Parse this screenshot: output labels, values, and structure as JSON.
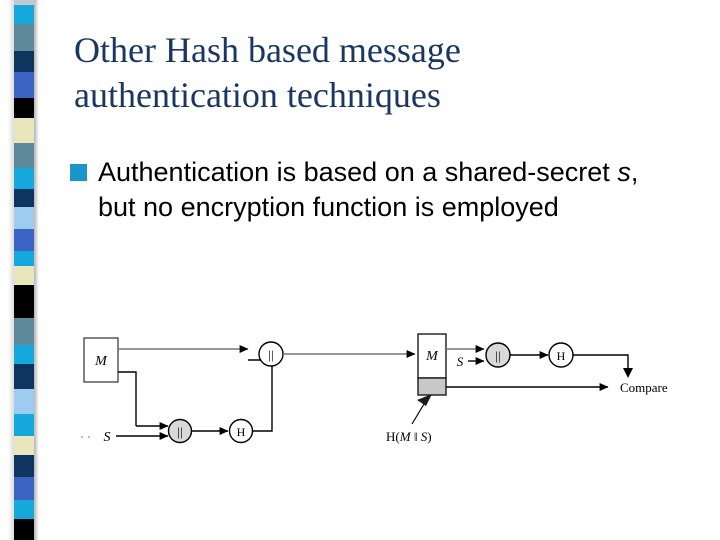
{
  "slide": {
    "title_line1": "Other Hash based message",
    "title_line2": "authentication techniques",
    "title_color": "#1a3761",
    "background": "#ffffff"
  },
  "bullets": [
    {
      "marker": "square-bullet-icon",
      "marker_color": "#1996cc",
      "text_before_italic": "Authentication is based on a shared-secret ",
      "italic_token": "s",
      "text_after_italic": ", but no encryption function is employed",
      "full_text": "Authentication is based on a shared-secret s, but no encryption function is employed"
    }
  ],
  "sidebar": {
    "name": "decorative-color-strip",
    "swatches": [
      {
        "color": "#bfc9cf",
        "height": 6
      },
      {
        "color": "#15a8dd",
        "height": 22
      },
      {
        "color": "#5f8a9b",
        "height": 32
      },
      {
        "color": "#0d3560",
        "height": 26
      },
      {
        "color": "#3a63c4",
        "height": 30
      },
      {
        "color": "#000000",
        "height": 24
      },
      {
        "color": "#e9e6bc",
        "height": 30
      },
      {
        "color": "#5f8a9b",
        "height": 30
      },
      {
        "color": "#15a8dd",
        "height": 24
      },
      {
        "color": "#0d3560",
        "height": 22
      },
      {
        "color": "#9ecbf0",
        "height": 26
      },
      {
        "color": "#3a63c4",
        "height": 26
      },
      {
        "color": "#15a8dd",
        "height": 18
      },
      {
        "color": "#e9e6bc",
        "height": 22
      },
      {
        "color": "#000000",
        "height": 40
      },
      {
        "color": "#5f8a9b",
        "height": 32
      },
      {
        "color": "#15a8dd",
        "height": 22
      },
      {
        "color": "#0d3560",
        "height": 30
      },
      {
        "color": "#9ecbf0",
        "height": 30
      },
      {
        "color": "#15a8dd",
        "height": 26
      },
      {
        "color": "#e9e6bc",
        "height": 22
      },
      {
        "color": "#0d3560",
        "height": 26
      },
      {
        "color": "#3a63c4",
        "height": 28
      },
      {
        "color": "#15a8dd",
        "height": 22
      },
      {
        "color": "#000000",
        "height": 25
      }
    ]
  },
  "diagram": {
    "name": "hash-mac-block-diagram",
    "nodes": {
      "sender_message_box": "M",
      "sender_concat_lower": "||",
      "sender_secret": "S",
      "sender_hash": "H",
      "sender_concat_upper": "||",
      "receiver_message_box": "M",
      "receiver_secret": "S",
      "receiver_concat": "||",
      "receiver_hash": "H",
      "compare_label": "Compare"
    },
    "annotation": {
      "prefix": "H(",
      "m": "M",
      "sep": " ‖ ",
      "s": "S",
      "suffix": ")",
      "full": "H(M ‖ S)"
    },
    "colors": {
      "stroke": "#000000",
      "line": "#666666",
      "gray_fill": "#c8c8c8",
      "white_fill": "#ffffff"
    }
  }
}
